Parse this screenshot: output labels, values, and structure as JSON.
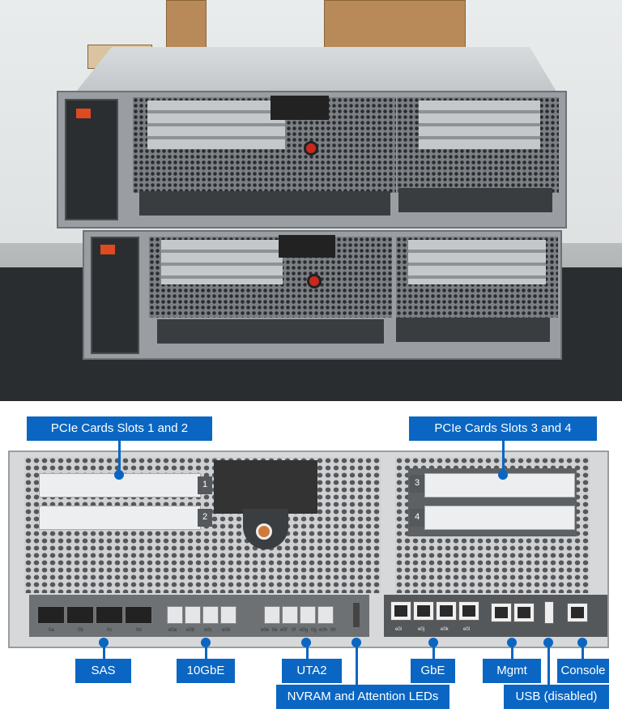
{
  "diagram": {
    "callouts": {
      "pcie_1_2": "PCIe Cards Slots 1 and 2",
      "pcie_3_4": "PCIe Cards Slots 3 and 4",
      "sas": "SAS",
      "tengbe": "10GbE",
      "uta2": "UTA2",
      "nvram": "NVRAM and Attention  LEDs",
      "gbe": "GbE",
      "mgmt": "Mgmt",
      "console": "Console",
      "usb": "USB (disabled)"
    },
    "slot_numbers": [
      "1",
      "2",
      "3",
      "4"
    ],
    "port_labels": {
      "sas": [
        "0a",
        "0b",
        "0c",
        "0d"
      ],
      "tengbe": [
        "e0a",
        "e0b",
        "e0c",
        "e0d"
      ],
      "uta2": [
        "e0e",
        "0e",
        "e0f",
        "0f",
        "e0g",
        "0g",
        "e0h",
        "0h"
      ],
      "gbe": [
        "e0i",
        "e0j",
        "e0k",
        "e0l"
      ]
    },
    "accent_color": "#0a66c2"
  }
}
